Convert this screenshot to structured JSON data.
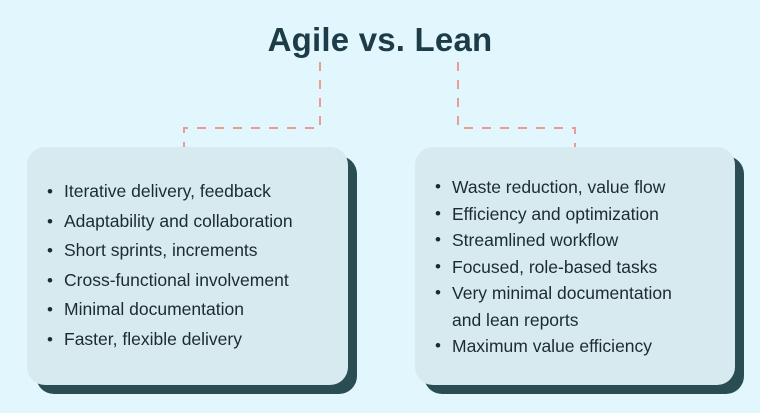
{
  "title": "Agile vs. Lean",
  "colors": {
    "background": "#e2f7fd",
    "card_fill": "#d7eaef",
    "card_shadow": "#2a4d53",
    "title_text": "#1d3c47",
    "body_text": "#1c2b30",
    "connector": "#ed9c95"
  },
  "connector": {
    "style": "dashed",
    "description": "dashed bracket lines from title down to each card"
  },
  "cards": [
    {
      "name": "agile",
      "items": [
        "Iterative delivery, feedback",
        "Adaptability and collaboration",
        "Short sprints, increments",
        "Cross-functional involvement",
        "Minimal documentation",
        "Faster, flexible delivery"
      ]
    },
    {
      "name": "lean",
      "items": [
        "Waste reduction, value flow",
        "Efficiency and optimization",
        "Streamlined workflow",
        "Focused, role-based tasks",
        "Very minimal documentation\nand lean reports",
        "Maximum value efficiency"
      ]
    }
  ]
}
